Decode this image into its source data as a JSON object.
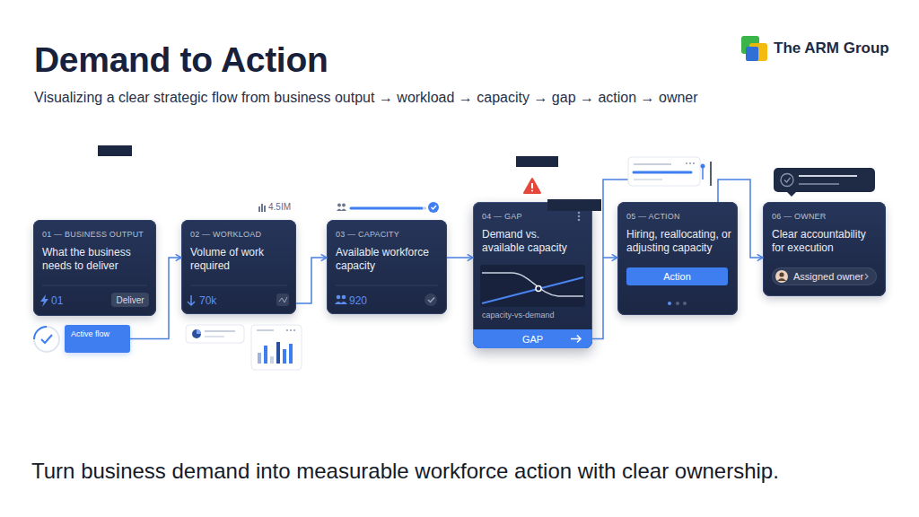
{
  "diagram": {
    "title": "Demand to Action",
    "caption": "Turn business demand into measurable workforce action with clear ownership.",
    "nodes": [
      {
        "text": [
          "01 — BUSINESS OUTPUT",
          "What the business needs to deliver",
          "01"
        ]
      },
      {
        "text": [
          "Deliver"
        ],
        "in": 0
      },
      {
        "text": [
          "Active flow"
        ]
      },
      {
        "text": [
          "02 — WORKLOAD",
          "Volume of work required",
          "70k"
        ]
      },
      {
        "text": [
          "03 — CAPACITY",
          "Available workforce capacity",
          "920"
        ]
      },
      {
        "text": [
          "04 — GAP",
          "Demand vs. available capacity",
          "capacity-vs-demand"
        ]
      },
      {
        "text": [
          "GAP"
        ],
        "in": 5
      },
      {
        "text": [
          "05 — ACTION",
          "Hiring, reallocating, or adjusting capacity"
        ]
      },
      {
        "text": [
          "Action"
        ],
        "in": 7
      },
      {
        "text": [
          "06 — OWNER",
          "Clear accountability for execution"
        ]
      },
      {
        "text": [
          "Assigned owner"
        ],
        "in": 9
      }
    ],
    "edges": [
      {
        "from": 2,
        "to": 3,
        "arrow": "to"
      },
      {
        "from": 3,
        "to": 4,
        "arrow": "to"
      },
      {
        "from": 4,
        "to": 5,
        "arrow": "to"
      },
      {
        "from": 6,
        "to": 7,
        "arrow": "to"
      },
      {
        "from": 7,
        "to": 9,
        "arrow": "to"
      }
    ],
    "labels": [
      "Visualizing a clear strategic flow from business output → workload → capacity → gap → action → owner",
      "The ARM Group",
      "4.5IM"
    ]
  }
}
